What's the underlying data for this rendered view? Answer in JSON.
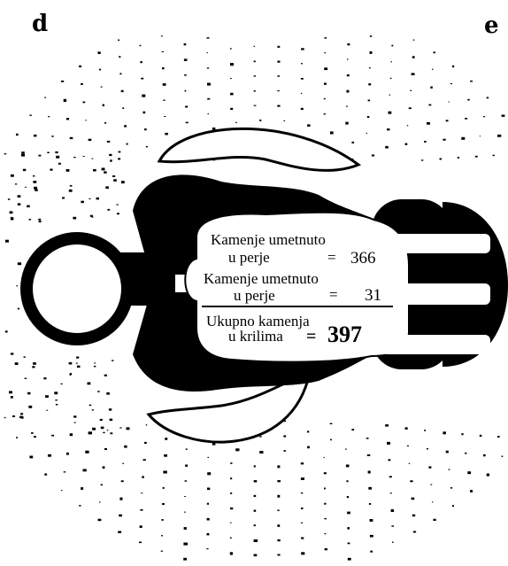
{
  "corner_labels": {
    "left": "d",
    "right": "e"
  },
  "panel": {
    "line1_a": "Kamenje umetnuto",
    "line1_b": "u perje",
    "line1_eq": "=",
    "line1_value": "366",
    "line2_a": "Kamenje umetnuto",
    "line2_b": "u perje",
    "line2_eq": "=",
    "line2_value": "31",
    "line3_a": "Ukupno kamenja",
    "line3_b": "u krilima",
    "line3_eq": "=",
    "line3_value": "397"
  }
}
